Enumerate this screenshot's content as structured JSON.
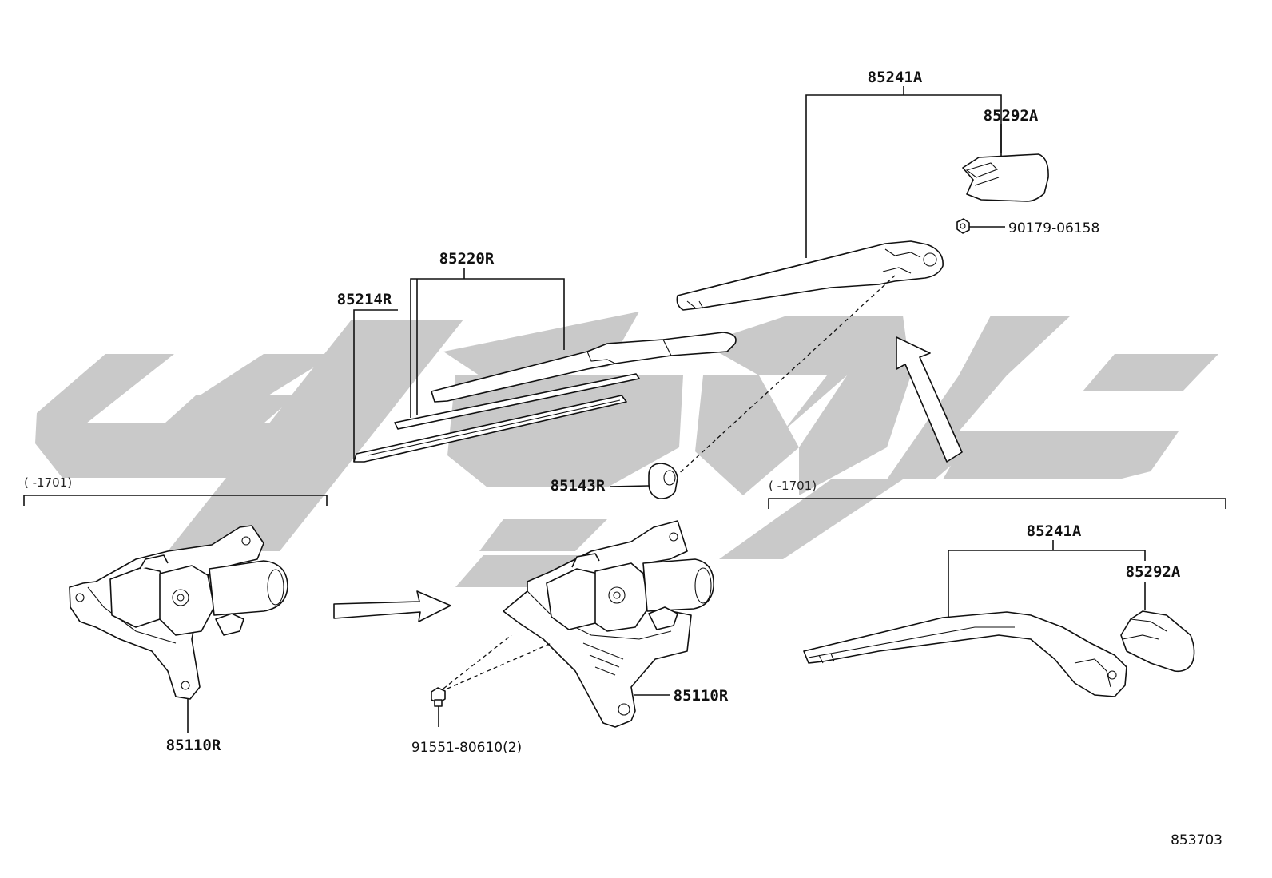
{
  "diagram": {
    "figure_code": "853703",
    "ranges": {
      "left": "(      -1701)",
      "right": "(      -1701)"
    },
    "labels": {
      "arm_top": "85241A",
      "cap_top": "85292A",
      "nut": "90179-06158",
      "blade": "85220R",
      "rubber": "85214R",
      "grommet": "85143R",
      "motor_left": "85110R",
      "motor_center": "85110R",
      "bolt": "91551-80610(2)",
      "arm_right": "85241A",
      "cap_right": "85292A"
    },
    "colors": {
      "line": "#111111",
      "watermark": "#c9c9c9",
      "background": "#ffffff"
    }
  }
}
